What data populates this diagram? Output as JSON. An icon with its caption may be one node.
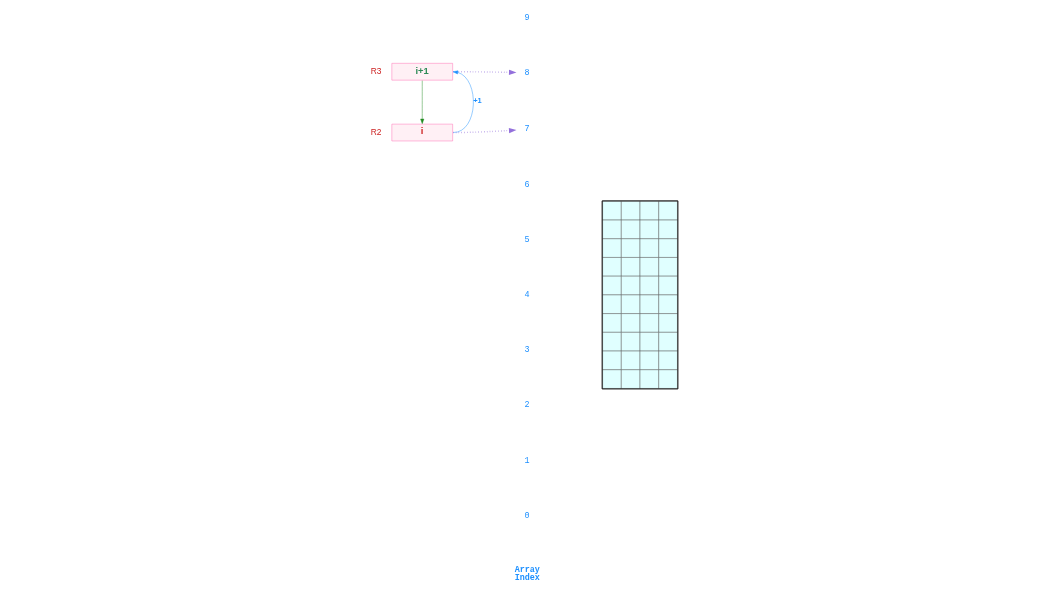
{
  "diagram": {
    "nodes": [
      {
        "text": [
          "i+1"
        ],
        "beside": [
          "R3"
        ]
      },
      {
        "text": [
          "i"
        ],
        "beside": [
          "R2"
        ]
      },
      {
        "text": [
          "9"
        ]
      },
      {
        "text": [
          "8"
        ]
      },
      {
        "text": [
          "7"
        ]
      },
      {
        "text": [
          "6"
        ]
      },
      {
        "text": [
          "5"
        ]
      },
      {
        "text": [
          "4"
        ]
      },
      {
        "text": [
          "3"
        ]
      },
      {
        "text": [
          "2"
        ]
      },
      {
        "text": [
          "1"
        ]
      },
      {
        "text": [
          "0"
        ]
      },
      {
        "text": [],
        "shape": "grid"
      }
    ],
    "edges": [
      {
        "from": 1,
        "to": 0,
        "arrow": "to",
        "label": "+1",
        "color": "#1e90ff"
      },
      {
        "from": 0,
        "to": 1,
        "arrow": "to",
        "color": "#228b22"
      },
      {
        "from": 0,
        "to": 3,
        "arrow": "to",
        "style": "dashed",
        "color": "#9370db"
      },
      {
        "from": 1,
        "to": 4,
        "arrow": "to",
        "style": "dashed",
        "color": "#9370db"
      }
    ],
    "labels": [
      "Array Index"
    ]
  }
}
